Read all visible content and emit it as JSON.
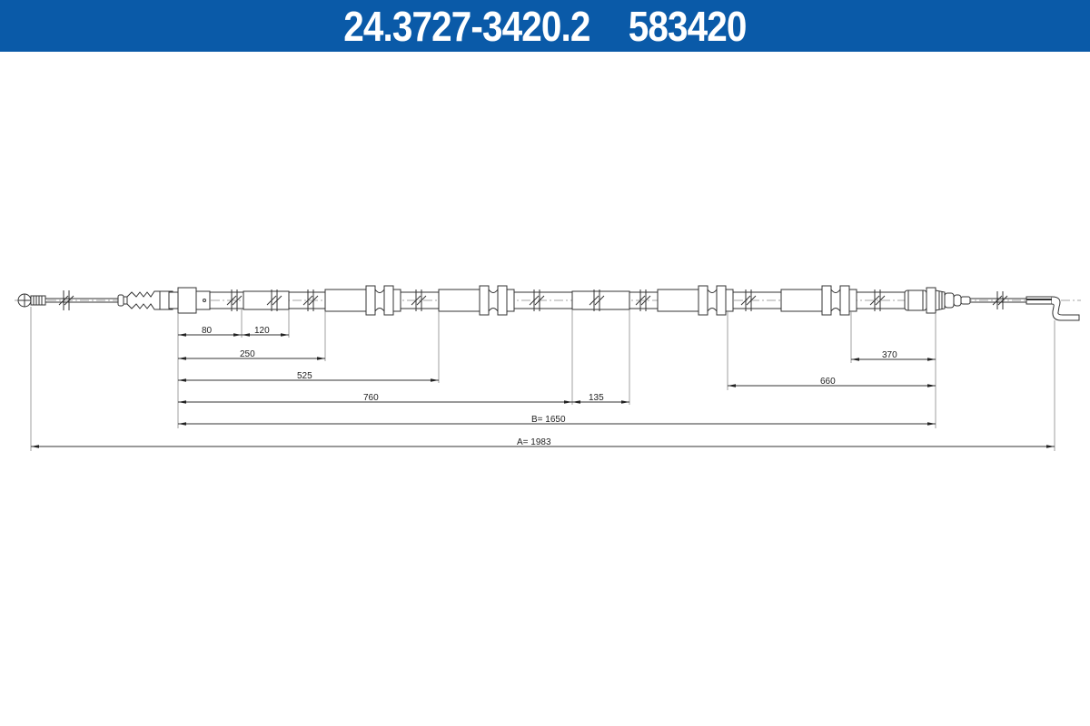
{
  "header": {
    "part_number": "24.3727-3420.2",
    "ref_number": "583420",
    "background_color": "#0a5aa8",
    "text_color": "#ffffff"
  },
  "drawing": {
    "type": "parking brake cable technical drawing",
    "line_color": "#333333",
    "dimensions": {
      "d80": "80",
      "d120": "120",
      "d250": "250",
      "d525": "525",
      "d760": "760",
      "d135": "135",
      "d370": "370",
      "d660": "660",
      "dB": "B= 1650",
      "dA": "A= 1983"
    }
  }
}
